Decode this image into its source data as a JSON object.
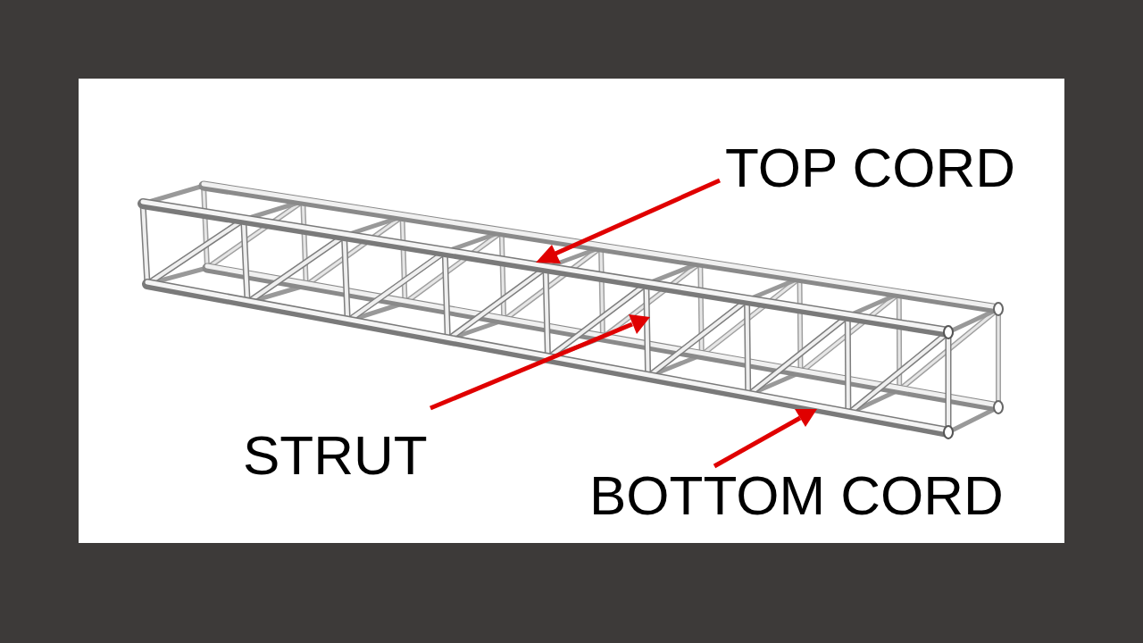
{
  "diagram": {
    "labels": [
      "TOP CORD",
      "STRUT",
      "BOTTOM CORD"
    ]
  }
}
